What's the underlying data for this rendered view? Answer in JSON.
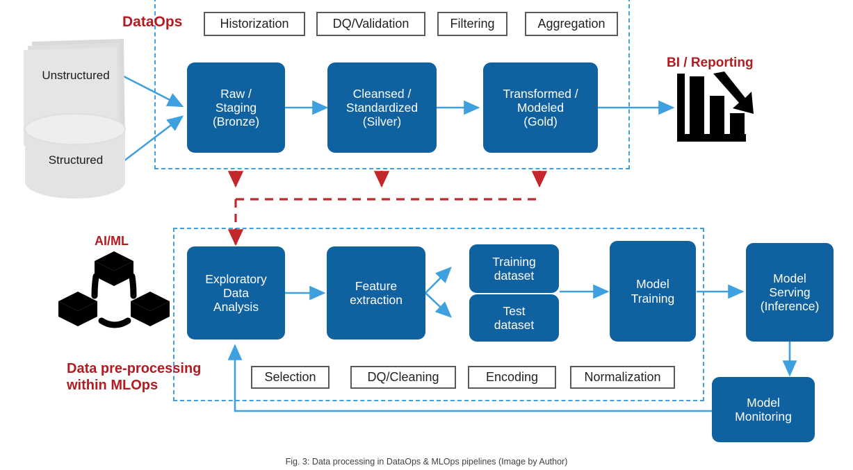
{
  "figure": {
    "caption": "Fig. 3: Data processing in DataOps & MLOps pipelines (Image by Author)"
  },
  "colors": {
    "node_blue": "#0F619F",
    "arrow_blue": "#3FA0E0",
    "dashed_blue": "#3FA0E0",
    "red": "#B51A20",
    "chip_border": "#58595B",
    "source_grey": "#E2E3E4",
    "icon_black": "#000000"
  },
  "sections": {
    "dataops": {
      "label": "DataOps",
      "chips": [
        "Historization",
        "DQ/Validation",
        "Filtering",
        "Aggregation"
      ],
      "nodes": [
        {
          "text": "Raw /\nStaging\n(Bronze)"
        },
        {
          "text": "Cleansed /\nStandardized\n(Silver)"
        },
        {
          "text": "Transformed /\nModeled\n(Gold)"
        }
      ]
    },
    "mlops": {
      "label": "Data pre-processing\nwithin MLOps",
      "ai_label": "AI/ML",
      "chips": [
        "Selection",
        "DQ/Cleaning",
        "Encoding",
        "Normalization"
      ],
      "nodes": [
        {
          "text": "Exploratory\nData\nAnalysis"
        },
        {
          "text": "Feature\nextraction"
        },
        {
          "text": "Training\ndataset"
        },
        {
          "text": "Test\ndataset"
        },
        {
          "text": "Model\nTraining"
        },
        {
          "text": "Model\nServing\n(Inference)"
        },
        {
          "text": "Model\nMonitoring"
        }
      ]
    }
  },
  "sources": [
    {
      "label": "Unstructured",
      "icon": "stacked-documents-icon"
    },
    {
      "label": "Structured",
      "icon": "database-cylinder-icon"
    }
  ],
  "outputs": {
    "bi_label": "BI / Reporting",
    "bi_icon": "bar-chart-down-arrow-icon"
  }
}
